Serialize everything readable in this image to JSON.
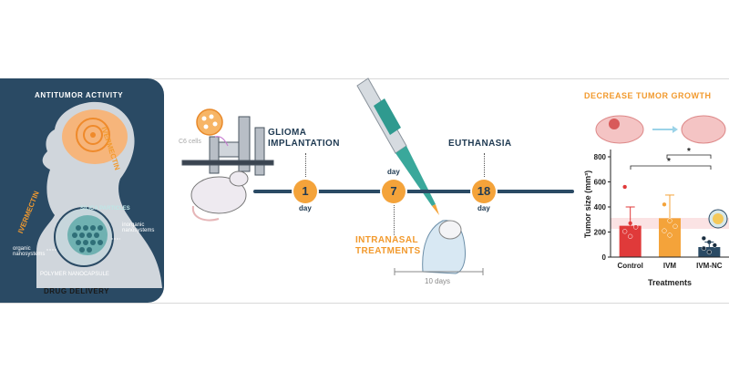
{
  "left_panel": {
    "title": "ANTITUMOR ACTIVITY",
    "ivermectin_upper": "IVERMECTIN",
    "ivermectin_lower": "IVERMECTIN",
    "silica_label": "SILICA PARTICLES",
    "inorganic_label": "inorganic nanosystems",
    "organic_label": "organic nanosystems",
    "nanocapsule_label": "POLYMER NANOCAPSULE",
    "footer": "DRUG DELIVERY"
  },
  "timeline": {
    "c6_label": "C6 cells",
    "glioma_label": "GLIOMA IMPLANTATION",
    "euthanasia_label": "EUTHANASIA",
    "intranasal_label": "INTRANASAL TREATMENTS",
    "duration_label": "10 days",
    "events": [
      {
        "number": "1",
        "day_word": "day"
      },
      {
        "number": "7",
        "day_word": "day"
      },
      {
        "number": "18",
        "day_word": "day"
      }
    ]
  },
  "right_panel": {
    "title": "DECREASE TUMOR GROWTH"
  },
  "chart_data": {
    "type": "bar",
    "categories": [
      "Control",
      "IVM",
      "IVM-NC"
    ],
    "values": [
      250,
      310,
      80
    ],
    "errors": [
      150,
      185,
      40
    ],
    "points": [
      [
        560,
        270,
        240,
        205,
        165
      ],
      [
        420,
        290,
        245,
        210,
        175
      ],
      [
        150,
        120,
        95,
        70,
        40
      ]
    ],
    "colors": [
      "#e03a3a",
      "#f4a33a",
      "#2a4a64"
    ],
    "significance": [
      "*",
      "*"
    ],
    "xlabel": "Treatments",
    "ylabel": "Tumor size (mm³)",
    "ylim": [
      0,
      800
    ],
    "yticks": [
      "0",
      "200",
      "400",
      "600",
      "800"
    ]
  }
}
